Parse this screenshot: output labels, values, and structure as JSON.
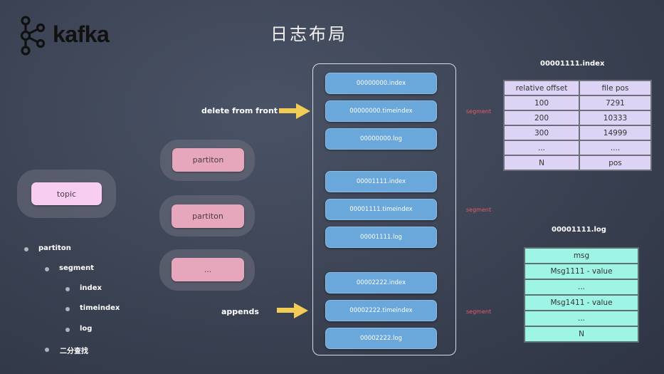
{
  "logo": {
    "text": "kafka",
    "icon": "kafka-logo-icon"
  },
  "title": "日志布局",
  "topic": {
    "label": "topic"
  },
  "partitions": [
    {
      "label": "partiton"
    },
    {
      "label": "partiton"
    },
    {
      "label": "..."
    }
  ],
  "arrows": {
    "delete": {
      "label": "delete from front",
      "icon": "arrow-right-icon",
      "color": "#f3cc55"
    },
    "append": {
      "label": "appends",
      "icon": "arrow-right-icon",
      "color": "#f3cc55"
    }
  },
  "segments": [
    {
      "label": "segment",
      "files": [
        "00000000.index",
        "00000000.timeindex",
        "00000000.log"
      ]
    },
    {
      "label": "segment",
      "files": [
        "00001111.index",
        "00001111.timeindex",
        "00001111.log"
      ]
    },
    {
      "label": "segment",
      "files": [
        "00002222.index",
        "00002222.timeindex",
        "00002222.log"
      ]
    }
  ],
  "index_table": {
    "caption": "00001111.index",
    "headers": [
      "relative offset",
      "file pos"
    ],
    "rows": [
      [
        "100",
        "7291"
      ],
      [
        "200",
        "10333"
      ],
      [
        "300",
        "14999"
      ],
      [
        "...",
        "...."
      ],
      [
        "N",
        "pos"
      ]
    ]
  },
  "log_table": {
    "caption": "00001111.log",
    "rows": [
      "msg",
      "Msg1111 - value",
      "...",
      "Msg1411 - value",
      "...",
      "N"
    ]
  },
  "outline": [
    {
      "level": 0,
      "text": "partiton"
    },
    {
      "level": 1,
      "text": "segment"
    },
    {
      "level": 2,
      "text": "index"
    },
    {
      "level": 2,
      "text": "timeindex"
    },
    {
      "level": 2,
      "text": "log"
    },
    {
      "level": 1,
      "text": "二分查找"
    }
  ],
  "colors": {
    "file": "#6aa7da",
    "segment_label": "#e85a66",
    "index_table": "#ddd3f5",
    "log_table": "#9ef5e6",
    "topic": "#f7cdf2",
    "partition": "#e6a7bd"
  }
}
